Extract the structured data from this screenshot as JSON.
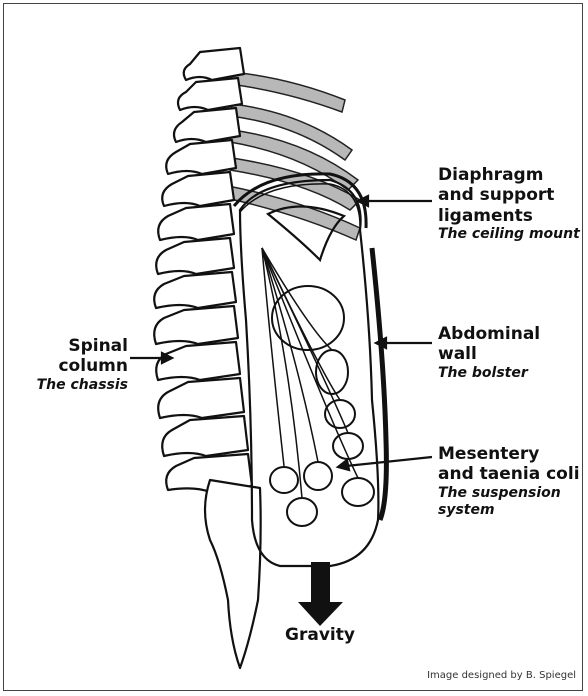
{
  "labels": {
    "spine_title_1": "Spinal",
    "spine_title_2": "column",
    "spine_sub": "The chassis",
    "diaphragm_title_1": "Diaphragm",
    "diaphragm_title_2": "and support",
    "diaphragm_title_3": "ligaments",
    "diaphragm_sub": "The ceiling mount",
    "abdominal_title_1": "Abdominal",
    "abdominal_title_2": "wall",
    "abdominal_sub": "The bolster",
    "mesentery_title_1": "Mesentery",
    "mesentery_title_2": "and taenia coli",
    "mesentery_sub_1": "The suspension",
    "mesentery_sub_2": "system",
    "gravity": "Gravity"
  },
  "credit": "Image designed by B. Spiegel",
  "colors": {
    "line": "#111111",
    "rib_fill": "#b8b8b8",
    "frame": "#444444"
  }
}
